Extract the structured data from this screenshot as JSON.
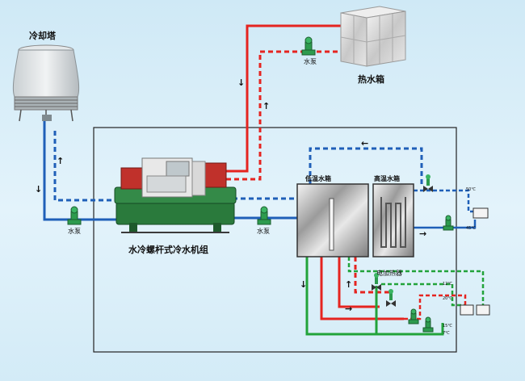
{
  "labels": {
    "cooling_tower": "冷却塔",
    "hot_water_tank": "热水箱",
    "pump": "水泵",
    "chiller": "水冷螺杆式冷水机组",
    "low_temp_tank": "低温水箱",
    "high_temp_tank": "高温水箱",
    "electric_heater": "电加热器",
    "temp_50": "50℃",
    "temp_45": "45℃",
    "temp_12": "12℃",
    "temp_20": "20℃",
    "temp_15": "15℃",
    "temp_7": "7℃"
  },
  "colors": {
    "supply_red": "#e52420",
    "return_blue": "#1f5fb8",
    "green_line": "#22a33a",
    "frame": "#222222",
    "pump_green": "#2d9b4e"
  },
  "line_styles": {
    "solid": "supply",
    "dashed": "return"
  }
}
